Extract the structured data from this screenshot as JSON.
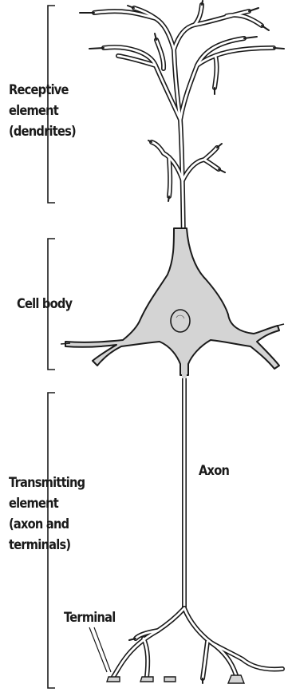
{
  "labels": {
    "receptive_element": [
      "Receptive",
      "element",
      "(dendrites)"
    ],
    "cell_body": "Cell body",
    "transmitting_element": [
      "Transmitting",
      "element",
      "(axon and",
      "terminals)"
    ],
    "axon": "Axon",
    "terminal": "Terminal"
  },
  "colors": {
    "ink": "#1a1a1a",
    "cell_fill": "#d4d4d4",
    "background": "#ffffff"
  }
}
